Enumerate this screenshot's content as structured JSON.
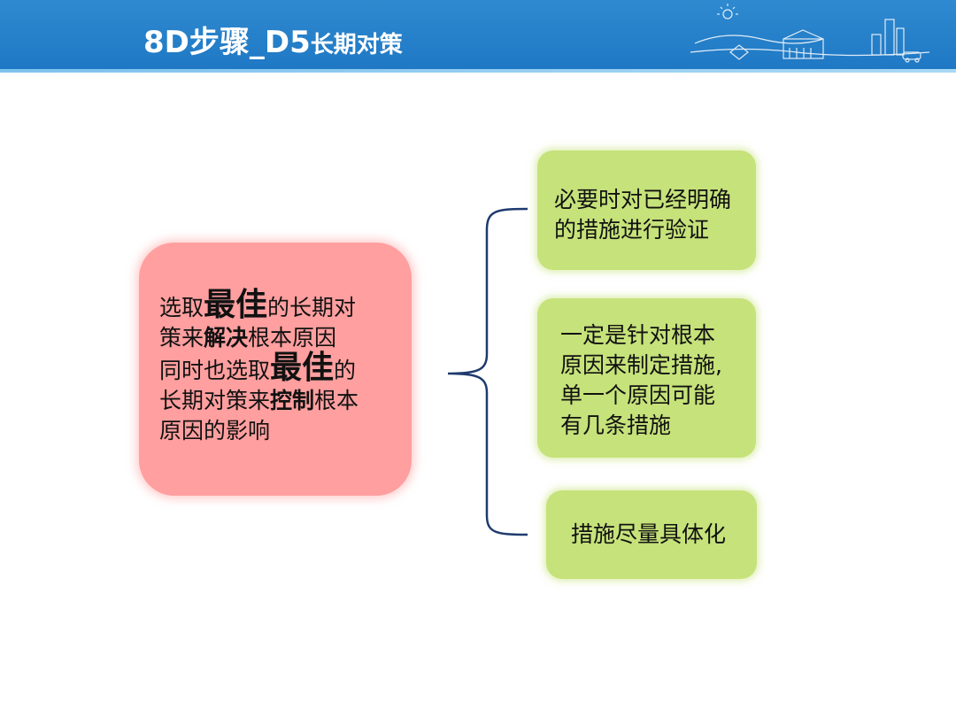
{
  "header": {
    "title_main": "8D步骤_D5",
    "title_sub": "长期对策"
  },
  "left_box": {
    "line1_pre": "选取",
    "line1_big": "最佳",
    "line1_post": "的长期对",
    "line2_pre": "策来",
    "line2_bold": "解决",
    "line2_post": "根本原因",
    "line3_pre": "同时也选取",
    "line3_big": "最佳",
    "line3_post": "的",
    "line4_pre": "长期对策来",
    "line4_bold": "控制",
    "line4_post": "根本",
    "line5": "原因的影响"
  },
  "boxes": [
    {
      "lines": [
        "必要时对已经明确",
        "的措施进行验证"
      ]
    },
    {
      "lines": [
        "一定是针对根本",
        "原因来制定措施,",
        "单一个原因可能",
        "有几条措施"
      ]
    },
    {
      "lines": [
        "措施尽量具体化"
      ]
    }
  ],
  "colors": {
    "header": "#2f8ad0",
    "left_box": "#ff9f9f",
    "green_box": "#c6e27a",
    "brace": "#1f3a6e"
  }
}
